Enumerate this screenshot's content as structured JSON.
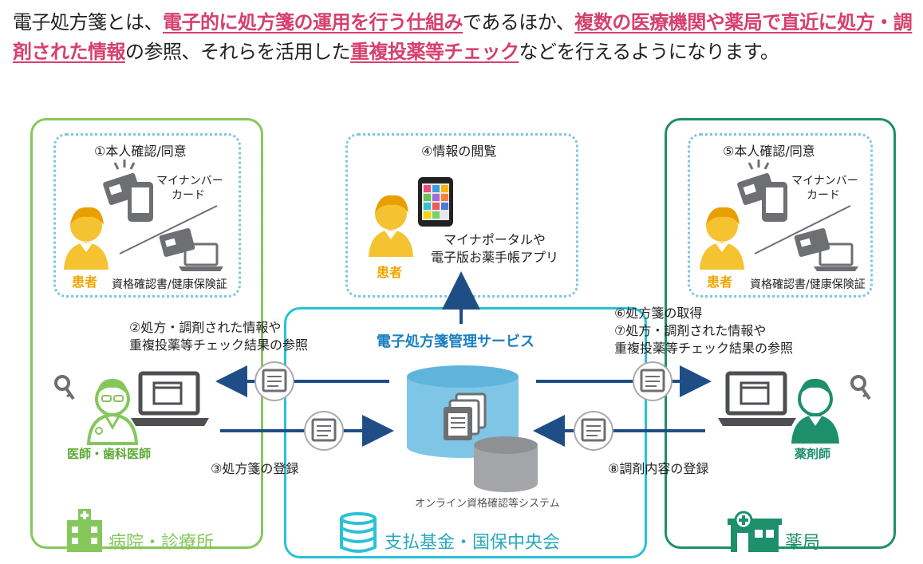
{
  "intro": {
    "p1": "電子処方箋とは、",
    "e1": "電子的に処方箋の運用を行う仕組み",
    "p2": "であるほか、",
    "e2": "複数の医療機関や薬局で直近に処方・調剤された情報",
    "p3": "の参照、それらを活用した",
    "e3": "重複投薬等チェック",
    "p4": "などを行えるようになります。"
  },
  "hospital": {
    "box_title": "①本人確認/同意",
    "card_label": "マイナンバーカード",
    "card_label_l1": "マイナンバー",
    "card_label_l2": "カード",
    "insurance_label": "資格確認書/健康保険証",
    "patient_label": "患者",
    "doctor_label": "医師・歯科医師",
    "building_label": "病院・診療所"
  },
  "center": {
    "box_title": "④情報の閲覧",
    "app_label_l1": "マイナポータルや",
    "app_label_l2": "電子版お薬手帳アプリ",
    "patient_label": "患者",
    "service_label": "電子処方箋管理サービス",
    "system_label": "オンライン資格確認等システム",
    "building_label": "支払基金・国保中央会"
  },
  "pharmacy": {
    "box_title": "⑤本人確認/同意",
    "card_label_l1": "マイナンバー",
    "card_label_l2": "カード",
    "insurance_label": "資格確認書/健康保険証",
    "patient_label": "患者",
    "pharmacist_label": "薬剤師",
    "building_label": "薬局"
  },
  "flows": {
    "f2_l1": "②処方・調剤された情報や",
    "f2_l2": "重複投薬等チェック結果の参照",
    "f3": "③処方箋の登録",
    "f6": "⑥処方箋の取得",
    "f7_l1": "⑦処方・調剤された情報や",
    "f7_l2": "重複投薬等チェック結果の参照",
    "f8": "⑧調剤内容の登録"
  },
  "colors": {
    "hospital_green": "#86c75b",
    "center_cyan": "#29c2d6",
    "pharmacy_teal": "#1d8f6b",
    "accent_pink": "#d6406e",
    "arrow_navy": "#1f4e87",
    "patient_orange": "#f0a500"
  }
}
